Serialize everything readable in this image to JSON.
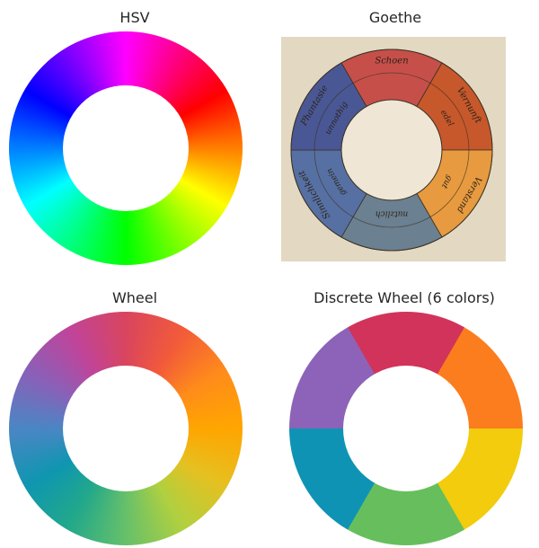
{
  "panels": {
    "hsv": {
      "title": "HSV"
    },
    "goethe": {
      "title": "Goethe"
    },
    "wheel": {
      "title": "Wheel"
    },
    "discrete": {
      "title": "Discrete Wheel (6 colors)"
    }
  },
  "discrete_colors": [
    "#d2335b",
    "#fb7d1e",
    "#f2cc0d",
    "#66bf5c",
    "#0f93b4",
    "#8c63b8"
  ],
  "goethe_segments": [
    {
      "color": "#c64f4a",
      "outer": "Schoen",
      "inner": ""
    },
    {
      "color": "#c7582c",
      "outer": "Vernunft",
      "inner": "edel"
    },
    {
      "color": "#e79a3f",
      "outer": "Verstand",
      "inner": "gut"
    },
    {
      "color": "#6b8091",
      "outer": "",
      "inner": "nutzlich"
    },
    {
      "color": "#5770a3",
      "outer": "Sinnlichkeit",
      "inner": "gemein"
    },
    {
      "color": "#4a5795",
      "outer": "Phantasie",
      "inner": "unnothig"
    }
  ]
}
